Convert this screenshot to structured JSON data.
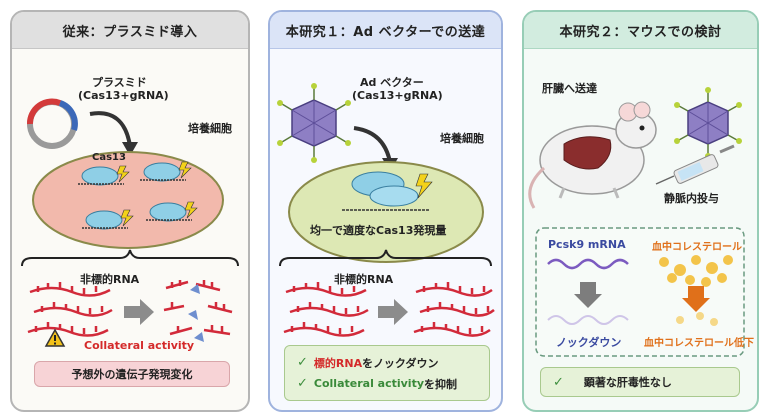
{
  "colors": {
    "panel1_border": "#b5b5b5",
    "panel2_border": "#9fb3de",
    "panel3_border": "#97cdb6",
    "cell_pink": "#f2b9ac",
    "cell_green": "#dde8b4",
    "cas13_blue": "#8fcfe6",
    "red_text": "#d42a2a",
    "green_text": "#3a8a3a",
    "orange_text": "#e0701a",
    "rna_red": "#d22a3a",
    "mrna_purple": "#7c5bc0"
  },
  "panel1": {
    "title": "従来：プラスミド導入",
    "plasmid_label": "プラスミド",
    "plasmid_sub": "(Cas13+gRNA)",
    "cell_label": "培養細胞",
    "cas13_label": "Cas13",
    "rna_label": "非標的RNA",
    "warning_text": "Collateral activity",
    "result_text": "予想外の遺伝子発現変化"
  },
  "panel2": {
    "title": "本研究１：Ad ベクターでの送達",
    "vector_label": "Ad ベクター",
    "vector_sub": "(Cas13+gRNA)",
    "cell_label": "培養細胞",
    "expression_text": "均一で適度なCas13発現量",
    "rna_label": "非標的RNA",
    "check1_red": "標的RNA",
    "check1_rest": "をノックダウン",
    "check2_green": "Collateral activity",
    "check2_rest": "を抑制"
  },
  "panel3": {
    "title": "本研究２：マウスでの検討",
    "liver_label": "肝臓へ送達",
    "injection_label": "静脈内投与",
    "mrna_label": "Pcsk9 mRNA",
    "chol_label": "血中コレステロール",
    "knockdown_label": "ノックダウン",
    "chol_down_label": "血中コレステロール低下",
    "result_text": "顕著な肝毒性なし"
  }
}
